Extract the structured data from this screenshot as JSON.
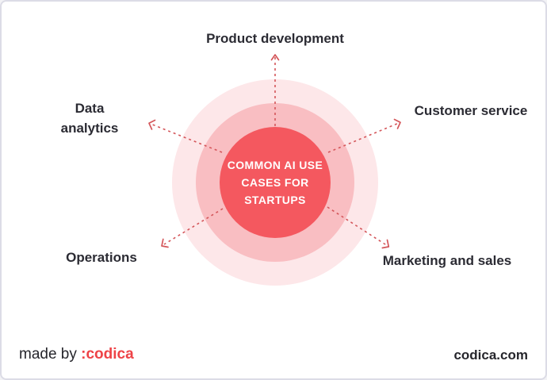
{
  "diagram": {
    "center": {
      "line1": "COMMON AI USE",
      "line2": "CASES FOR",
      "line3": "STARTUPS"
    },
    "labels": {
      "product_development": "Product development",
      "data_analytics": "Data analytics",
      "customer_service": "Customer service",
      "operations": "Operations",
      "marketing_and_sales": "Marketing and sales"
    },
    "icons": {
      "arrows": "dashed-arrow-icon"
    }
  },
  "footer": {
    "made_by": "made by",
    "brand": ":codica",
    "website": "codica.com"
  },
  "colors": {
    "inner_circle": "#f4585f",
    "middle_ring": "#f9bec2",
    "outer_ring": "#fde7e9",
    "arrow": "#d4565a",
    "label_text": "#2b2b33",
    "brand_red": "#ee4347",
    "footer_dark": "#26262c",
    "page_border": "#dcdce6",
    "page_bg": "#ffffff"
  }
}
